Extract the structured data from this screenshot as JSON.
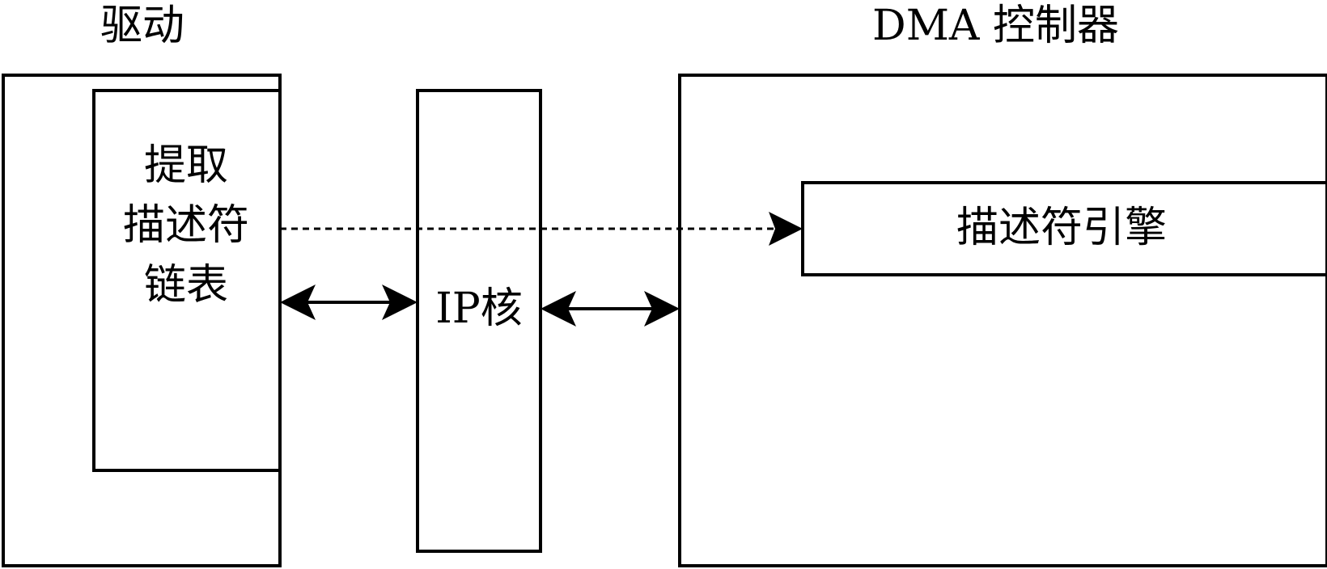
{
  "diagram": {
    "driver": {
      "title": "驱动",
      "descriptor_list": {
        "line1": "提取",
        "line2": "描述符",
        "line3": "链表"
      }
    },
    "ip_core": {
      "label": "IP核"
    },
    "dma_controller": {
      "title": "DMA 控制器",
      "descriptor_engine": {
        "label": "描述符引擎"
      }
    },
    "connections": [
      {
        "from": "descriptor-list",
        "to": "ip-core",
        "style": "solid",
        "direction": "bidirectional"
      },
      {
        "from": "ip-core",
        "to": "dma-controller",
        "style": "solid",
        "direction": "bidirectional"
      },
      {
        "from": "descriptor-list",
        "to": "descriptor-engine",
        "style": "dashed",
        "direction": "forward"
      }
    ],
    "colors": {
      "stroke": "#000000",
      "background": "#ffffff"
    }
  }
}
